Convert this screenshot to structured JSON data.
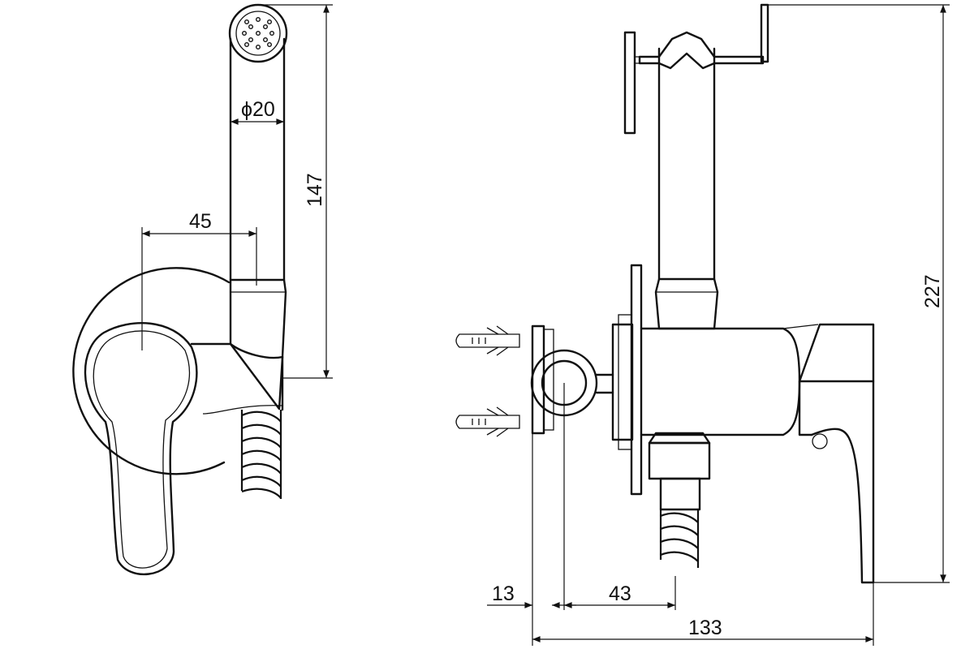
{
  "drawing": {
    "side_view": {
      "hose_diameter_label": "ϕ20",
      "handshower_height_label": "147",
      "offset_label": "45"
    },
    "front_view": {
      "total_height_label": "227",
      "wall_depth_label": "13",
      "holder_offset_label": "43",
      "total_width_label": "133"
    }
  }
}
